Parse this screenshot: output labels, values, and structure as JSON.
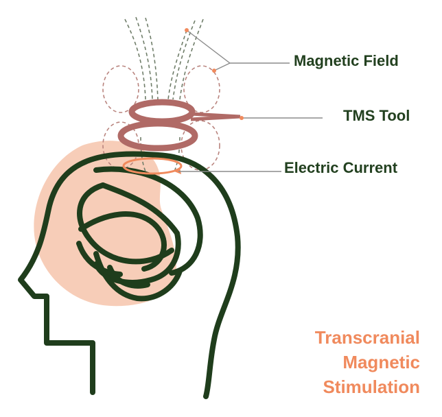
{
  "labels": {
    "magnetic_field": "Magnetic Field",
    "tms_tool": "TMS Tool",
    "electric_current": "Electric Current"
  },
  "title": {
    "line1": "Transcranial",
    "line2": "Magnetic",
    "line3": "Stimulation"
  },
  "colors": {
    "outline": "#1f3d1c",
    "blob": "#f7cdb8",
    "coil": "#b06a66",
    "field": "#b9847e",
    "field_dark": "#5c6e57",
    "current": "#f08a5d",
    "leader": "#8c8c8c",
    "title": "#f08a5d",
    "label": "#22401f"
  }
}
